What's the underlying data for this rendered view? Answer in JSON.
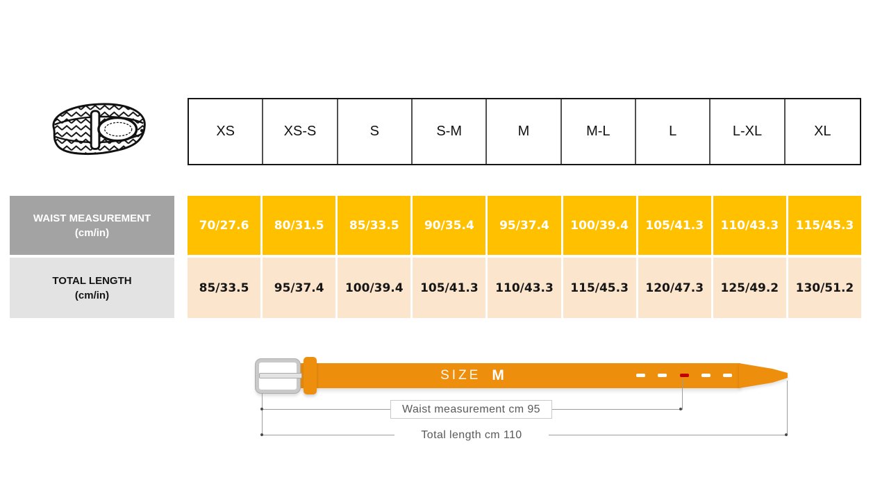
{
  "table": {
    "sizes": [
      "XS",
      "XS-S",
      "S",
      "S-M",
      "M",
      "M-L",
      "L",
      "L-XL",
      "XL"
    ],
    "waist": {
      "label": "WAIST MEASUREMENT",
      "unit": "(cm/in)",
      "values": [
        "70/27.6",
        "80/31.5",
        "85/33.5",
        "90/35.4",
        "95/37.4",
        "100/39.4",
        "105/41.3",
        "110/43.3",
        "115/45.3"
      ]
    },
    "total": {
      "label": "TOTAL LENGTH",
      "unit": "(cm/in)",
      "values": [
        "85/33.5",
        "95/37.4",
        "100/39.4",
        "105/41.3",
        "110/43.3",
        "115/45.3",
        "120/47.3",
        "125/49.2",
        "130/51.2"
      ]
    }
  },
  "diagram": {
    "size_label": "SIZE",
    "size_value": "M",
    "waist_note": "Waist measurement cm 95",
    "length_note": "Total length cm 110",
    "holes": 5,
    "highlighted_hole": 3
  },
  "colors": {
    "waist_cell": "#FFC000",
    "total_cell": "#FCE5CD",
    "waist_label_bg": "#A3A3A3",
    "total_label_bg": "#E3E3E3",
    "belt": "#ED8E0D",
    "hole_highlight": "#C00000"
  }
}
